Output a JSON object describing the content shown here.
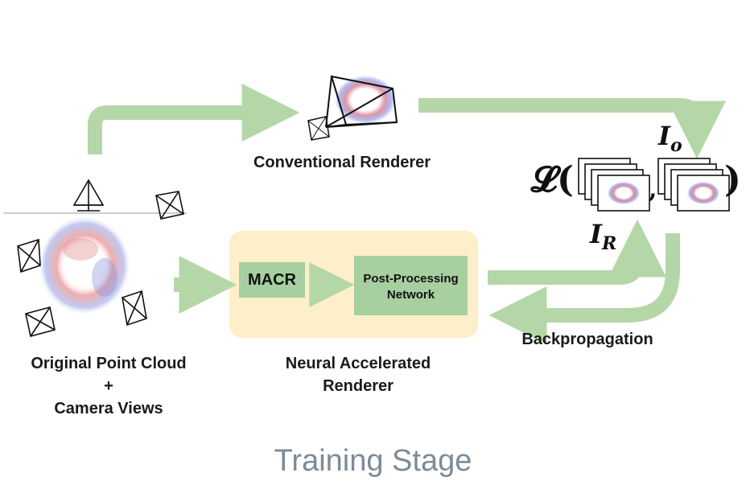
{
  "labels": {
    "conventional": "Conventional Renderer",
    "source_line1": "Original Point Cloud",
    "source_line2": "+",
    "source_line3": "Camera Views",
    "neural_line1": "Neural Accelerated",
    "neural_line2": "Renderer",
    "backprop": "Backpropagation"
  },
  "boxes": {
    "macr": "MACR",
    "post_line1": "Post-Processing",
    "post_line2": "Network"
  },
  "math": {
    "loss_symbol": "𝓛(",
    "comma": ",",
    "close_paren": ")",
    "i_o_base": "I",
    "i_o_sub": "o",
    "i_r_base": "I",
    "i_r_sub": "R"
  },
  "caption": "Training Stage",
  "colors": {
    "arrow_green": "#b5d7a8",
    "box_green": "#a7cfa0",
    "neural_panel": "#fcefc9",
    "caption": "#7d8b96"
  }
}
